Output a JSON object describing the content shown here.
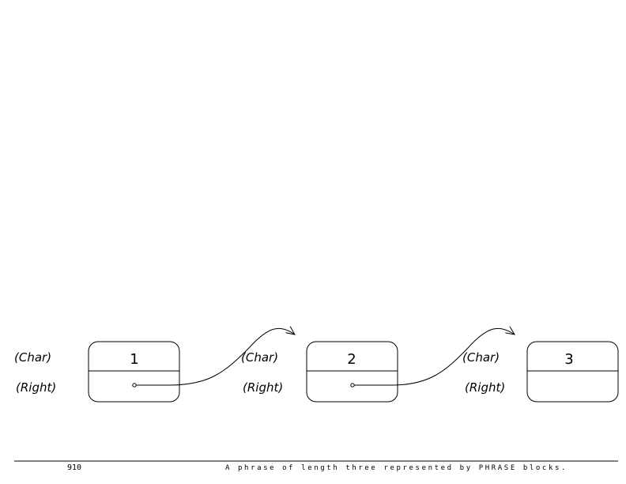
{
  "blocks": [
    {
      "char_label": "(Char)",
      "right_label": "(Right)",
      "value": "1",
      "has_pointer": true
    },
    {
      "char_label": "(Char)",
      "right_label": "(Right)",
      "value": "2",
      "has_pointer": true
    },
    {
      "char_label": "(Char)",
      "right_label": "(Right)",
      "value": "3",
      "has_pointer": false
    }
  ],
  "footer": {
    "page_number": "910",
    "caption": "A phrase of length three represented by PHRASE blocks."
  }
}
